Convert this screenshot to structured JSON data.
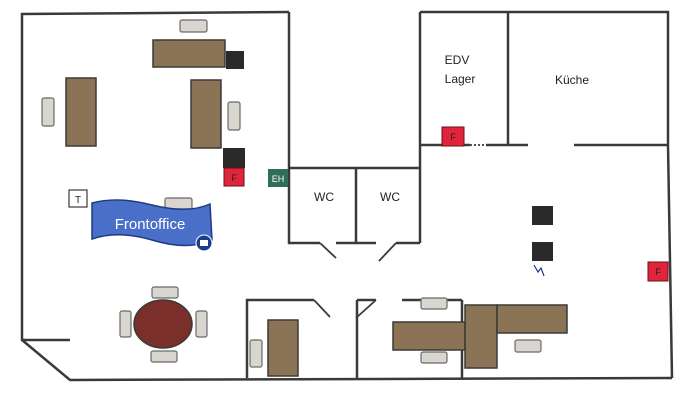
{
  "rooms": {
    "edv_line1": "EDV",
    "edv_line2": "Lager",
    "kueche": "Küche",
    "wc_left": "WC",
    "wc_right": "WC"
  },
  "markers": {
    "fire_extinguisher": "F",
    "first_aid": "EH",
    "telephone": "T"
  },
  "banner": {
    "label": "Frontoffice"
  },
  "colors": {
    "desk": "#8b7355",
    "chair": "#d9d5cf",
    "dark_box": "#2a2a2a",
    "fire": "#e0243c",
    "first_aid": "#2e6e5a",
    "banner": "#4a6fc9",
    "table": "#7a2f2a"
  }
}
